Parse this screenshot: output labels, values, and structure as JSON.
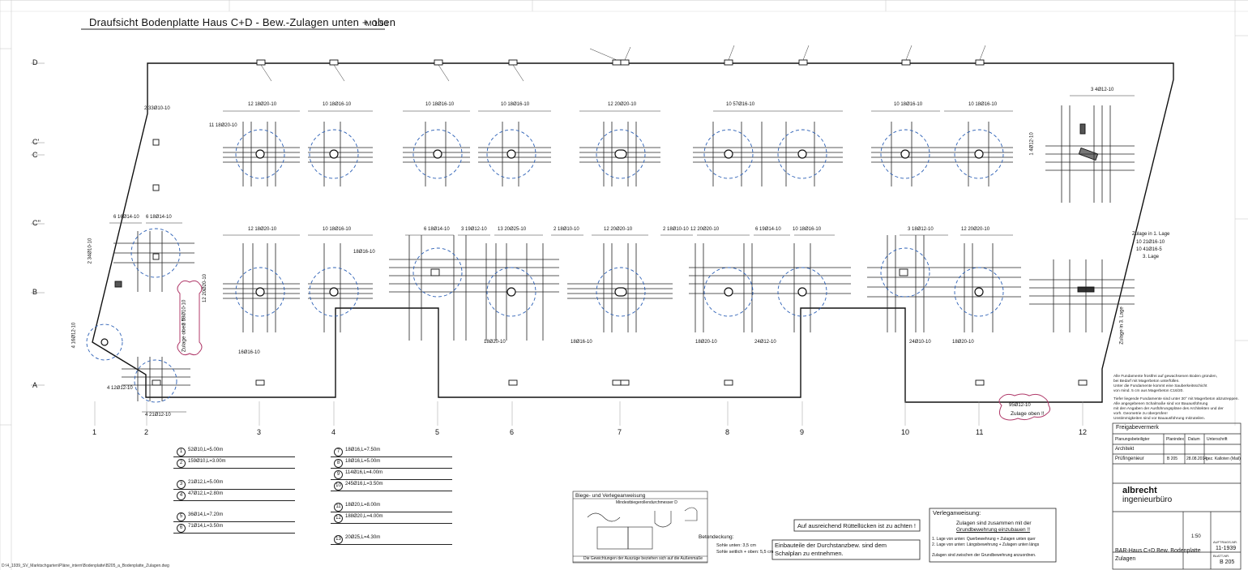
{
  "header": {
    "title": "Draufsicht Bodenplatte Haus C+D - Bew.-Zulagen unten + oben",
    "scale": "M 1:50"
  },
  "grid": {
    "columns": [
      "1",
      "2",
      "3",
      "4",
      "5",
      "6",
      "7",
      "8",
      "9",
      "10",
      "11",
      "12"
    ],
    "rows": [
      "D",
      "C'",
      "C",
      "C''",
      "B",
      "A"
    ]
  },
  "bar_labels": {
    "r1": [
      "12 18Ø20-10",
      "10 18Ø16-10",
      "10 18Ø16-10",
      "10 18Ø16-10",
      "12 20Ø20-10",
      "10 57Ø16-10",
      "10 18Ø16-10",
      "10 18Ø16-10",
      "3 4Ø12-10"
    ],
    "r2": [
      "6 16Ø14-10",
      "6 18Ø14-10",
      "12 18Ø20-10",
      "10 18Ø16-10",
      "6 18Ø14-10",
      "3 19Ø12-10",
      "13 20Ø25-10",
      "2 18Ø10-10",
      "12 20Ø20-10",
      "2 18Ø10-10",
      "12 20Ø20-10",
      "6 19Ø14-10",
      "10 18Ø16-10",
      "3 18Ø12-10",
      "12 20Ø20-10"
    ],
    "r3": [
      "18Ø16-10",
      "18Ø20-10",
      "18Ø20-10",
      "24Ø12-10",
      "24Ø10-10",
      "18Ø20-10",
      "95Ø12-10"
    ],
    "left": [
      "2 33Ø10-10",
      "11 18Ø20-10",
      "2 34Ø10-10",
      "4 16Ø12-10",
      "4 12Ø12-10",
      "4 21Ø12-10",
      "12 20Ø20-10",
      "2 58Ø10-10",
      "16Ø16-10",
      "18Ø16-10"
    ],
    "right": [
      "1 4Ø12-10",
      "Zulage in 1. Lage",
      "10 21Ø16-10",
      "10 41Ø16-5",
      "3. Lage",
      "Zulage in 3. Lage"
    ]
  },
  "zulage_oben_left": "Zulage oben !!",
  "zulage_oben_right": "Zulage oben !!",
  "positions_list_1": [
    {
      "n": "1",
      "t": "52Ø10,L=5.00m"
    },
    {
      "n": "2",
      "t": "159Ø10,L=3.00m"
    },
    {
      "n": "3",
      "t": "21Ø12,L=5.00m"
    },
    {
      "n": "4",
      "t": "47Ø12,L=2.80m"
    },
    {
      "n": "5",
      "t": "36Ø14,L=7.20m"
    },
    {
      "n": "6",
      "t": "71Ø14,L=3.50m"
    }
  ],
  "positions_list_2": [
    {
      "n": "7",
      "t": "18Ø16,L=7.50m"
    },
    {
      "n": "8",
      "t": "18Ø16,L=5.00m"
    },
    {
      "n": "9",
      "t": "114Ø16,L=4.00m"
    },
    {
      "n": "10",
      "t": "245Ø16,L=3.50m"
    },
    {
      "n": "11",
      "t": "18Ø20,L=8.00m"
    },
    {
      "n": "12",
      "t": "188Ø20,L=4.00m"
    },
    {
      "n": "13",
      "t": "20Ø25,L=4.30m"
    }
  ],
  "biege": {
    "title": "Biege- und Verlegeanweisung",
    "subtitle": "Mindestbiegerollendurchmesser D",
    "footer": "Die Gewichtungen der Auszüge beziehen sich auf die Außenmaße"
  },
  "betondeckung": {
    "title": "Betondeckung:",
    "line1": "Sohle unten: 3,5 cm",
    "line2": "Sohle seitlich + oben: 5,5 cm"
  },
  "warning1": "Auf ausreichend Rüttellücken ist zu achten !",
  "warning2_l1": "Einbauteile der Durchstanzbew. sind dem",
  "warning2_l2": "Schalplan zu entnehmen.",
  "verlege": {
    "title": "Verleganweisung:",
    "line1": "Zulagen sind zusammen mit der",
    "line2": "Grundbewehrung einzubauen !!",
    "line3": "1. Lage von unten: Querbewehrung + Zulagen unten quer",
    "line4": "2. Lage von unten: Längsbewehrung + Zulagen unten längs",
    "line5": "Zulagen sind zwischen der Grundbewehrung anzuordnen."
  },
  "notes_right": [
    "Alle Fundamente frostfrei auf gewachsenen Boden gründen,",
    "bei Bedarf mit Magerbeton unterfüllen.",
    "Unter die Fundamente kommt eine Sauberkeitsschicht",
    "von mind. 5 cm aus Magerbeton C16/20.",
    "Tiefer liegende Fundamente sind unter 30° mit Magerbeton abzutreppen.",
    "Alle angegebenen Schalmaße sind vor Bauausführung",
    "mit den Angaben der Ausführungspläne des Architekten und der",
    "vorh. Geometrie zu überprüfen!",
    "Unstimmigkeiten sind vor Bauausführung mitzuteilen."
  ],
  "titleblock": {
    "freigabe": "Freigabevermerk",
    "col_headers": [
      "Planungsbeteiligter",
      "Planindex",
      "Datum",
      "Unterschrift"
    ],
    "rows": [
      [
        "Architekt",
        "",
        "",
        ""
      ],
      [
        "Prüfingenieur",
        "B 205",
        "28.08.2014",
        "gez. Kalloten (Mail)"
      ]
    ],
    "company_line1": "albrecht",
    "company_line2": "ingenieurbüro",
    "project": "BAR-Haus C+D Bew. Bodenplatte",
    "project_sub": "Zulagen",
    "auftrag_label": "AUFTRAGS-NR.",
    "auftrag": "11-1939",
    "blatt_label": "BLATT-NR.",
    "blatt": "B 205",
    "massstab": "1:50"
  },
  "footer_path": "D:\\4_1939_SV_Marktschgarten\\Pläne_intern\\Bodenplatte\\B205_a_Bodenplatte_Zulagen.dwg"
}
